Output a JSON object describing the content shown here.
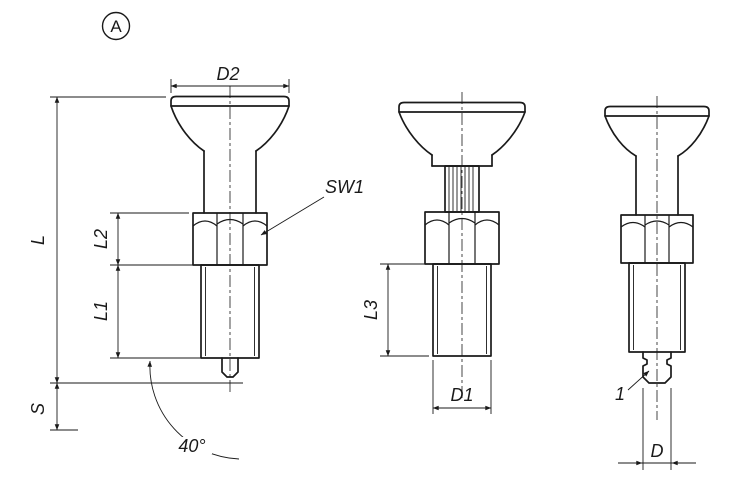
{
  "drawing": {
    "view_label": "A",
    "labels": {
      "d2": "D2",
      "l": "L",
      "l2": "L2",
      "l1": "L1",
      "s": "S",
      "sw1": "SW1",
      "tip_angle": "40°",
      "l3": "L3",
      "d1": "D1",
      "item_ref": "1",
      "d": "D"
    }
  }
}
